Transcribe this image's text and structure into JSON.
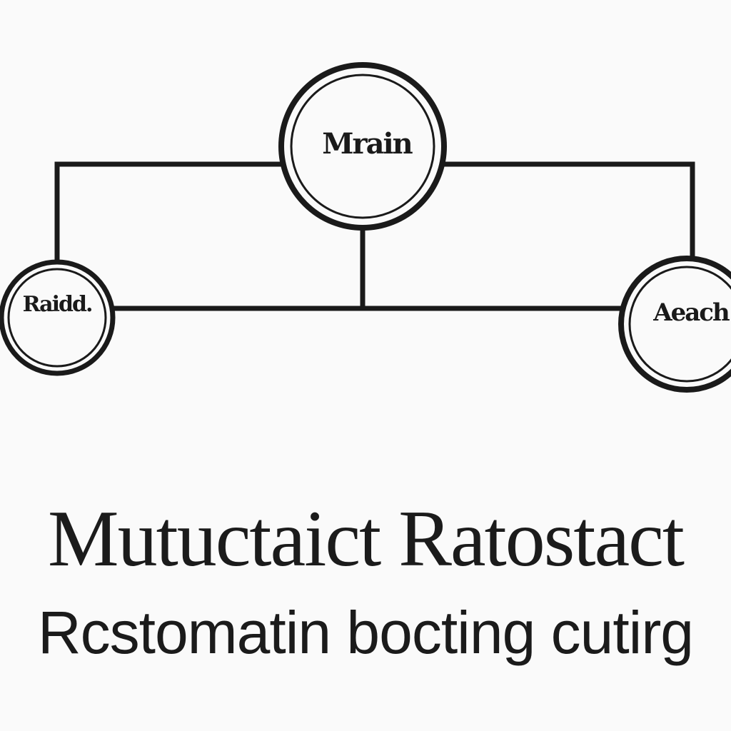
{
  "diagram": {
    "nodes": {
      "top": {
        "label": "Mrain"
      },
      "left": {
        "label": "Raidd."
      },
      "right": {
        "label": "Aeach"
      }
    }
  },
  "text": {
    "title": "Mutuctaict Ratostact",
    "subtitle": "Rcstomatin bocting cutirg"
  },
  "colors": {
    "stroke": "#1a1a1a",
    "background": "#fafafa"
  }
}
